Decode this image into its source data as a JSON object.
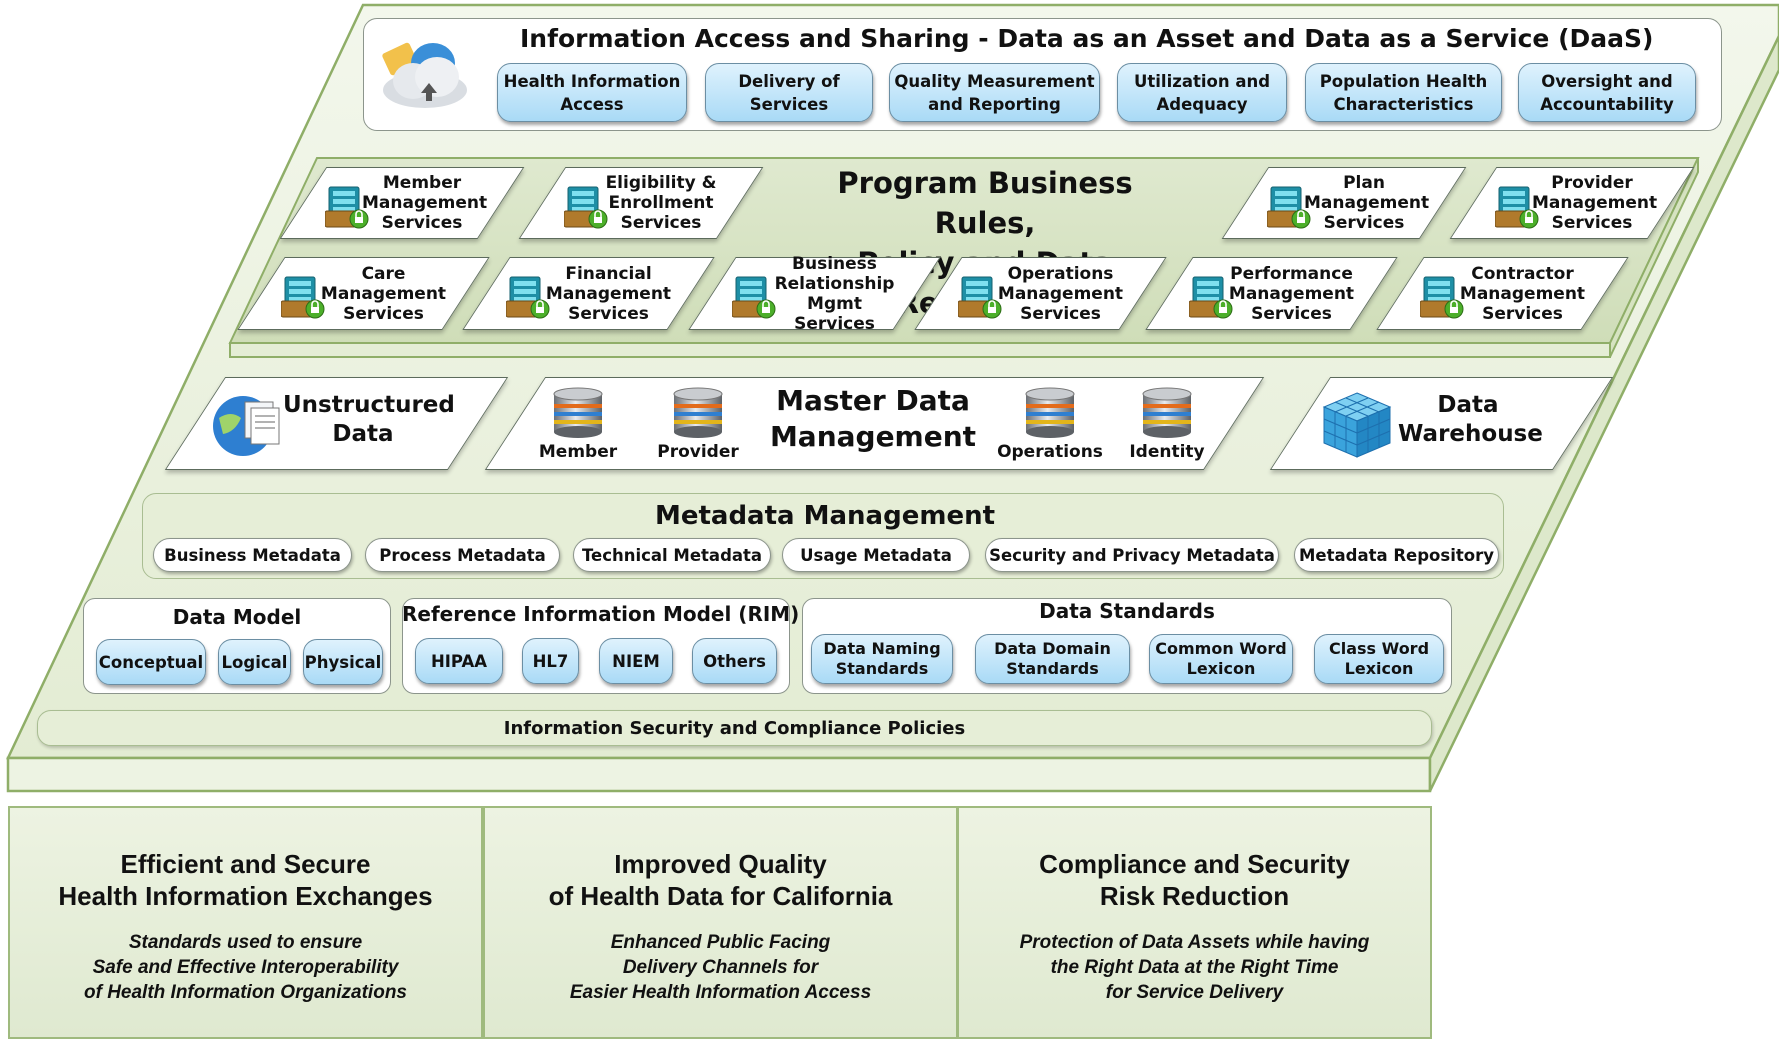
{
  "access_layer": {
    "title": "Information Access and Sharing - Data as an Asset and Data as a  Service (DaaS)",
    "icon": "cloud-upload-icon",
    "items": [
      "Health Information\nAccess",
      "Delivery of\nServices",
      "Quality Measurement\nand Reporting",
      "Utilization and\nAdequacy",
      "Population Health\nCharacteristics",
      "Oversight and\nAccountability"
    ]
  },
  "business_rules": {
    "title": "Program Business Rules,\nPolicy and Data Repository",
    "icon": "services-database-icon",
    "row1": [
      "Member\nManagement\nServices",
      "Eligibility &\nEnrollment\nServices",
      "Plan\nManagement\nServices",
      "Provider\nManagement\nServices"
    ],
    "row2": [
      "Care\nManagement\nServices",
      "Financial\nManagement\nServices",
      "Business\nRelationship\nMgmt Services",
      "Operations\nManagement\nServices",
      "Performance\nManagement\nServices",
      "Contractor\nManagement\nServices"
    ]
  },
  "data_stores": {
    "unstructured": {
      "label": "Unstructured\nData",
      "icon": "globe-documents-icon"
    },
    "mdm": {
      "title": "Master Data\nManagement",
      "icon": "database-stack-icon",
      "items": [
        "Member",
        "Provider",
        "Operations",
        "Identity"
      ]
    },
    "warehouse": {
      "label": "Data\nWarehouse",
      "icon": "data-cube-icon"
    }
  },
  "metadata": {
    "title": "Metadata Management",
    "items": [
      "Business Metadata",
      "Process Metadata",
      "Technical Metadata",
      "Usage Metadata",
      "Security and Privacy Metadata",
      "Metadata Repository"
    ]
  },
  "models": {
    "data_model": {
      "title": "Data Model",
      "items": [
        "Conceptual",
        "Logical",
        "Physical"
      ]
    },
    "rim": {
      "title": "Reference Information Model (RIM)",
      "items": [
        "HIPAA",
        "HL7",
        "NIEM",
        "Others"
      ]
    },
    "standards": {
      "title": "Data Standards",
      "items": [
        "Data Naming\nStandards",
        "Data Domain\nStandards",
        "Common Word\nLexicon",
        "Class Word\nLexicon"
      ]
    }
  },
  "security": {
    "label": "Information Security and Compliance Policies"
  },
  "outcomes": [
    {
      "title": "Efficient and Secure\nHealth Information Exchanges",
      "desc": "Standards used to ensure\nSafe and Effective Interoperability\nof Health Information Organizations"
    },
    {
      "title": "Improved Quality\nof Health Data for California",
      "desc": "Enhanced Public Facing\nDelivery Channels for\nEasier Health Information Access"
    },
    {
      "title": "Compliance and Security\nRisk Reduction",
      "desc": "Protection of Data Assets while having\nthe Right Data at the Right Time\nfor Service Delivery"
    }
  ],
  "colors": {
    "platform": "#ebf1df",
    "platform_edge": "#8fae68",
    "pill_blue": "#bfe5fa",
    "outcome_bg": "#e6eed8"
  }
}
